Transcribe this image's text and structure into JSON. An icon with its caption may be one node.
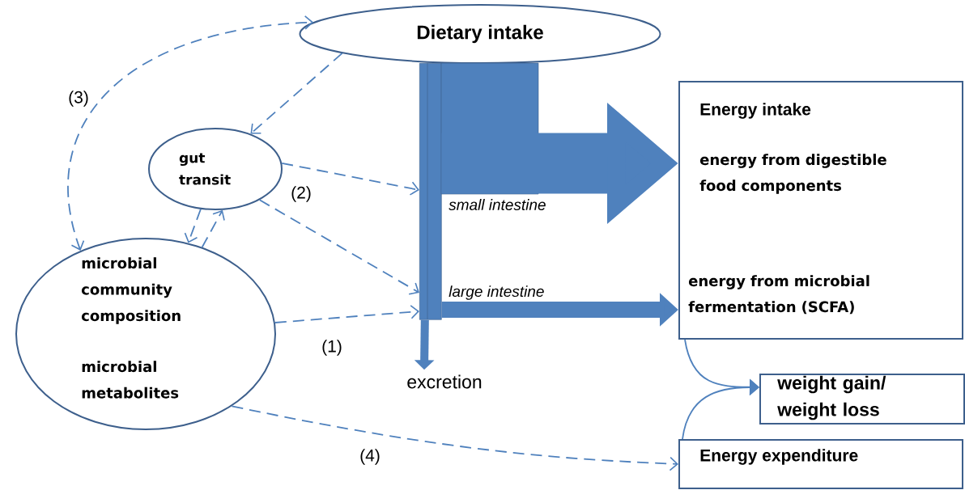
{
  "diagram": {
    "nodes": [
      {
        "text": [
          "Dietary intake"
        ]
      },
      {
        "text": [
          "gut transit"
        ]
      },
      {
        "text": [
          "microbial community composition",
          "microbial metabolites"
        ]
      },
      {
        "text": [
          "Energy intake",
          "energy from digestible food components",
          "energy from microbial fermentation (SCFA)"
        ]
      },
      {
        "text": [
          "weight gain/ weight loss"
        ]
      },
      {
        "text": [
          "Energy expenditure"
        ]
      },
      {
        "text": [],
        "shape": "bar"
      },
      {
        "text": [
          "excretion"
        ]
      }
    ],
    "edges": [
      {
        "from": 2,
        "to": 0,
        "arrow": "both",
        "style": "dashed",
        "label": "(3)"
      },
      {
        "from": 0,
        "to": 1,
        "arrow": "to",
        "style": "dashed"
      },
      {
        "from": 1,
        "to": 6,
        "arrow": "to",
        "style": "dashed",
        "label": "(2)"
      },
      {
        "from": 1,
        "to": 6,
        "arrow": "to",
        "style": "dashed"
      },
      {
        "from": 1,
        "to": 2,
        "arrow": "to",
        "style": "dashed"
      },
      {
        "from": 2,
        "to": 1,
        "arrow": "to",
        "style": "dashed"
      },
      {
        "from": 2,
        "to": 6,
        "arrow": "to",
        "style": "dashed",
        "label": "(1)"
      },
      {
        "from": 2,
        "to": 5,
        "arrow": "to",
        "style": "dashed",
        "label": "(4)"
      },
      {
        "from": 6,
        "to": 3,
        "arrow": "to",
        "style": "thick",
        "label": "small intestine"
      },
      {
        "from": 6,
        "to": 3,
        "arrow": "to",
        "style": "thick",
        "label": "large intestine"
      },
      {
        "from": 6,
        "to": 7,
        "arrow": "to",
        "style": "thick"
      },
      {
        "from": 3,
        "to": 4,
        "arrow": "to"
      },
      {
        "from": 5,
        "to": 4,
        "arrow": "to"
      }
    ]
  }
}
